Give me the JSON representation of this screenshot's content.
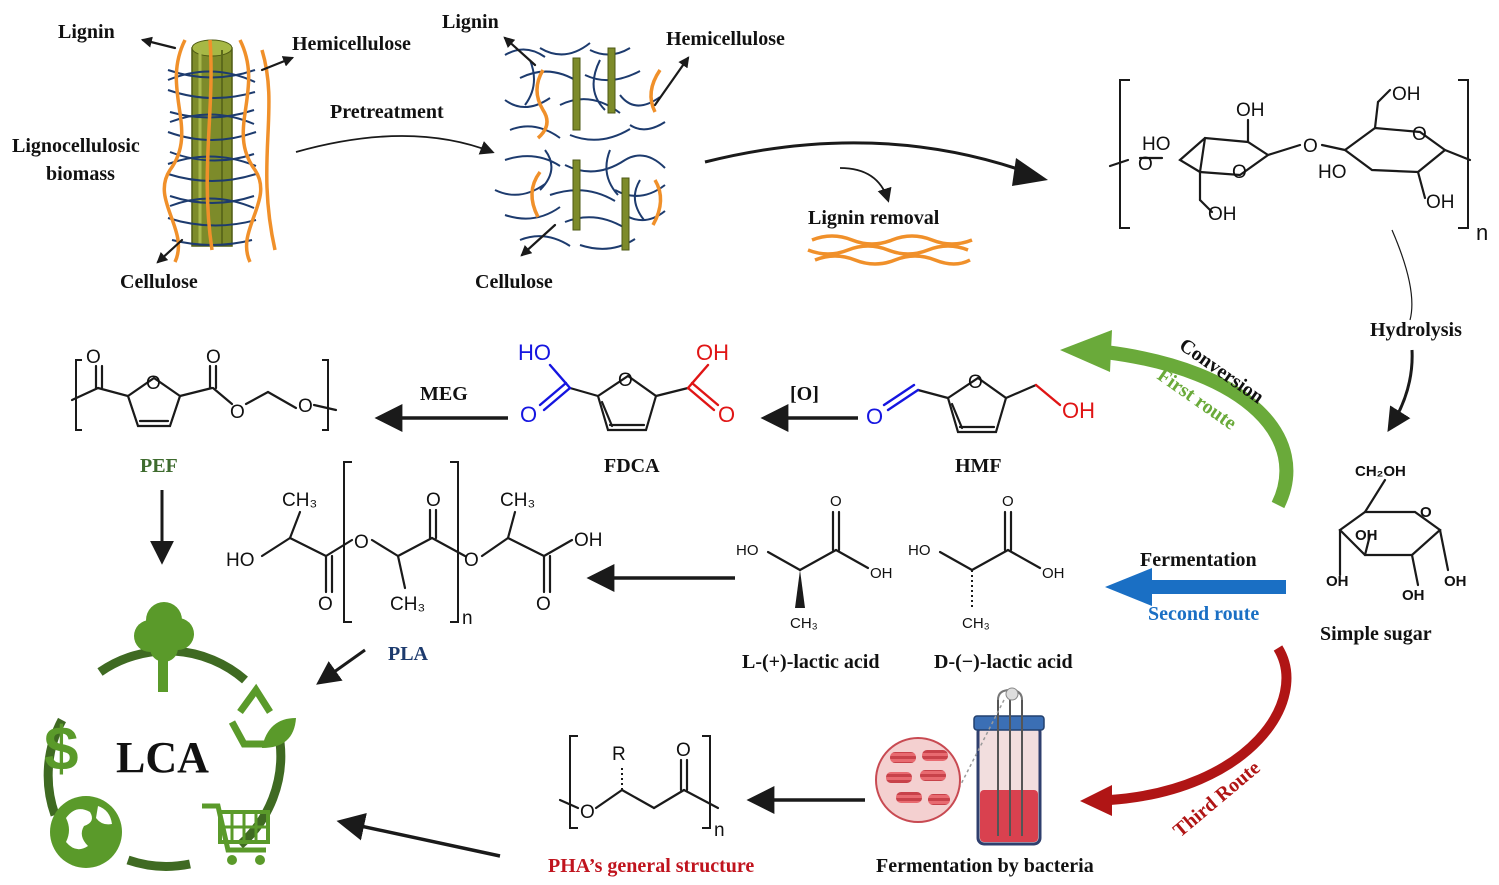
{
  "labels": {
    "lignin_1": "Lignin",
    "hemicellulose_1": "Hemicellulose",
    "biomass_line1": "Lignocellulosic",
    "biomass_line2": "biomass",
    "cellulose_1": "Cellulose",
    "pretreatment": "Pretreatment",
    "lignin_2": "Lignin",
    "hemicellulose_2": "Hemicellulose",
    "cellulose_2": "Cellulose",
    "lignin_removal": "Lignin removal",
    "hydrolysis": "Hydrolysis",
    "simple_sugar": "Simple sugar",
    "conversion": "Conversion",
    "first_route": "First route",
    "fermentation": "Fermentation",
    "second_route": "Second route",
    "third_route": "Third Route",
    "hmf": "HMF",
    "fdca": "FDCA",
    "oxidation": "[O]",
    "meg": "MEG",
    "pef": "PEF",
    "pla": "PLA",
    "l_lactic": "L-(+)-lactic acid",
    "d_lactic": "D-(−)-lactic acid",
    "pha_structure": "PHA’s general structure",
    "fermentation_bacteria": "Fermentation by bacteria",
    "lca": "LCA"
  },
  "chem": {
    "oh": "OH",
    "ho": "HO",
    "o": "O",
    "n": "n",
    "ch2oh": "CH₂OH",
    "ch3": "CH₃",
    "r": "R"
  },
  "colors": {
    "first_route": "#6aaa3a",
    "second_route": "#1a6fc4",
    "third_route": "#b01515",
    "lca_green": "#5a9a2a",
    "lca_ring": "#3f6a22",
    "pef_label": "#3e6b2e",
    "pla_label": "#1d3b6e",
    "pha_label": "#c0141e",
    "lignin_fiber": "#f0902a",
    "hemicellulose_fiber": "#1d3b6e",
    "cellulose_fiber": "#8a9a2a"
  },
  "icons": [
    "tree-icon",
    "recycle-leaf-icon",
    "dollar-icon",
    "globe-icon",
    "cart-icon",
    "bioreactor-icon",
    "bacteria-icon"
  ]
}
